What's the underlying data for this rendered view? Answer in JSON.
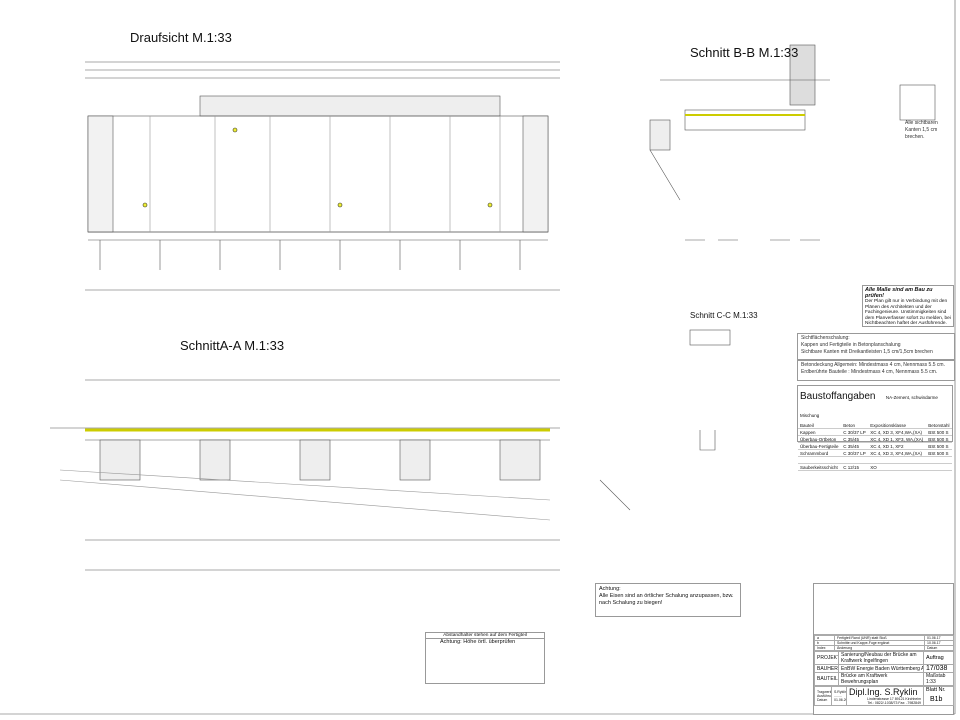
{
  "titles": {
    "draufsicht": "Draufsicht M.1:33",
    "schnitt_bb": "Schnitt B-B   M.1:33",
    "schnitt_aa": "SchnittA-A   M.1:33",
    "schnitt_cc": "Schnitt C-C    M.1:33"
  },
  "note_main": {
    "heading": "Alle Maße sind am Bau zu prüfen!",
    "text": "Der Plan gilt nur in Verbindung mit den Plänen des Architekten und der Fachingenieure. Unstimmigkeiten sind dem Planverfasser sofort zu melden, bei Nichtbeachten haftet der Ausführende."
  },
  "note_bb": "Alle sichtbaren Kanten 1,5 cm brechen.",
  "schalung": {
    "lines": [
      "Sichtflächenschalung:",
      "Kappen und Fertigteile in Betonplanschalung",
      "Sichtbare Kanten mit Dreikantleisten 1,5 cm/1,5cm brechen"
    ]
  },
  "betondeckung": {
    "lines": [
      "Betondeckung Allgemein: Mindestmass 4 cm, Nennmass 5.5 cm.",
      "Erdberührte Bauteile   :  Mindestmass 4 cm, Nennmass 5.5 cm."
    ]
  },
  "baustoff": {
    "title": "Baustoffangaben",
    "subtitle": "NA-Zement, schwindarme Mischung",
    "headers": [
      "Bauteil",
      "Beton",
      "Expositionsklasse",
      "Betonstahl"
    ],
    "rows": [
      [
        "Kappen",
        "C 30/37 LP",
        "XC 4, XD 3, XF4,WA,(XA)",
        "BSt 500 S"
      ],
      [
        "Überbau-Ortbeton",
        "C 35/45",
        "XC 4, XD 1, XF3, WA,(XA)",
        "BSt 500 S"
      ],
      [
        "Überbau-Fertigteile",
        "C 35/45",
        "XC 4, XD 1, XF2",
        "BSt 500 S"
      ],
      [
        "Schrammbord",
        "C 30/37 LP",
        "XC 4, XD 3, XF4,WA,(XA)",
        "BSt 500 S"
      ],
      [
        "",
        "",
        "",
        ""
      ],
      [
        "Sauberkeitsschicht",
        "C 12/15",
        "XO",
        ""
      ]
    ]
  },
  "achtung": {
    "heading": "Achtung:",
    "text": "Alle Eisen sind an örtlicher Schalung anzupassen, bzw. nach Schalung zu biegen!"
  },
  "abstandhalter": {
    "title": "Abstandhalter stehen auf dem Fertigteil",
    "subtitle": "Achtung: Höhe örtl. überprüfen"
  },
  "titleblock": {
    "rev_rows": [
      [
        "a",
        "Fertigteil Rand (UNR) statt Stoß",
        "01.06.17"
      ],
      [
        "b",
        "Schnitte und Kappe-Fuge ergänzt",
        "10.06.17"
      ]
    ],
    "rev_header": [
      "Index",
      "Änderung",
      "Datum"
    ],
    "projekt_label": "PROJEKT:",
    "projekt": "Sanierung/Neubau der Brücke am Kraftwerk Ingelfingen",
    "auftrag_label": "Auftrag",
    "auftrag": "17/038",
    "bauherr_label": "BAUHERR:",
    "bauherr": "EnBW Energie Baden Württemberg AG",
    "bauteil_label": "BAUTEIL:",
    "bauteil": "Brücke am Kraftwerk",
    "plan": "Bewehrungsplan",
    "massstab_label": "Maßstab",
    "massstab": "1:33",
    "engineer": "Dipl.Ing. S.Ryklin",
    "address": "Lindenstrasse 17  89121 Kirchheim",
    "phone": "Tel.: 0822/-1038/73  Fax: -7982849",
    "blatt_label": "Blatt Nr.",
    "blatt": "B1b",
    "meta": [
      [
        "Tragwerksplanung",
        "S.Ryklin"
      ],
      [
        "Ausführungsplanung",
        "........"
      ],
      [
        "Datum",
        "01.06.2017"
      ]
    ]
  }
}
